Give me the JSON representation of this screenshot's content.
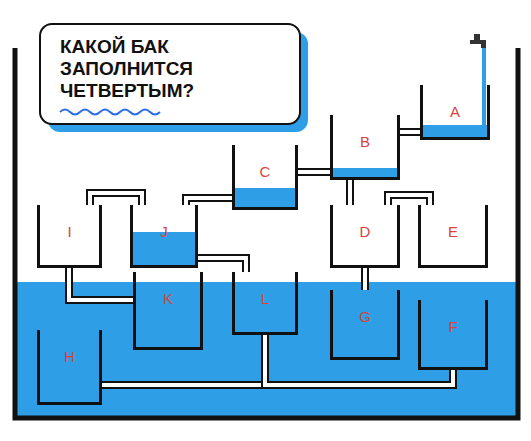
{
  "diagram": {
    "title": "КАКОЙ БАК ЗАПОЛНИТСЯ ЧЕТВЕРТЫМ?",
    "nodes": [
      {
        "text": [
          "A"
        ]
      },
      {
        "text": [
          "B"
        ]
      },
      {
        "text": [
          "C"
        ]
      },
      {
        "text": [
          "I"
        ]
      },
      {
        "text": [
          "J"
        ]
      },
      {
        "text": [
          "D"
        ]
      },
      {
        "text": [
          "E"
        ]
      },
      {
        "text": [
          "K"
        ]
      },
      {
        "text": [
          "L"
        ]
      },
      {
        "text": [
          "G"
        ]
      },
      {
        "text": [
          "H"
        ]
      },
      {
        "text": [
          "F"
        ]
      }
    ],
    "edges": [
      {
        "from": 0,
        "to": 1,
        "arrow": "none"
      },
      {
        "from": 1,
        "to": 2,
        "arrow": "none"
      },
      {
        "from": 1,
        "to": 5,
        "arrow": "none"
      },
      {
        "from": 2,
        "to": 4,
        "arrow": "none"
      },
      {
        "from": 4,
        "to": 3,
        "arrow": "none"
      },
      {
        "from": 4,
        "to": 8,
        "arrow": "none"
      },
      {
        "from": 3,
        "to": 7,
        "arrow": "none"
      },
      {
        "from": 5,
        "to": 9,
        "arrow": "none"
      },
      {
        "from": 5,
        "to": 6,
        "arrow": "none"
      },
      {
        "from": 8,
        "to": 10,
        "arrow": "none"
      },
      {
        "from": 8,
        "to": 11,
        "arrow": "none"
      }
    ]
  }
}
